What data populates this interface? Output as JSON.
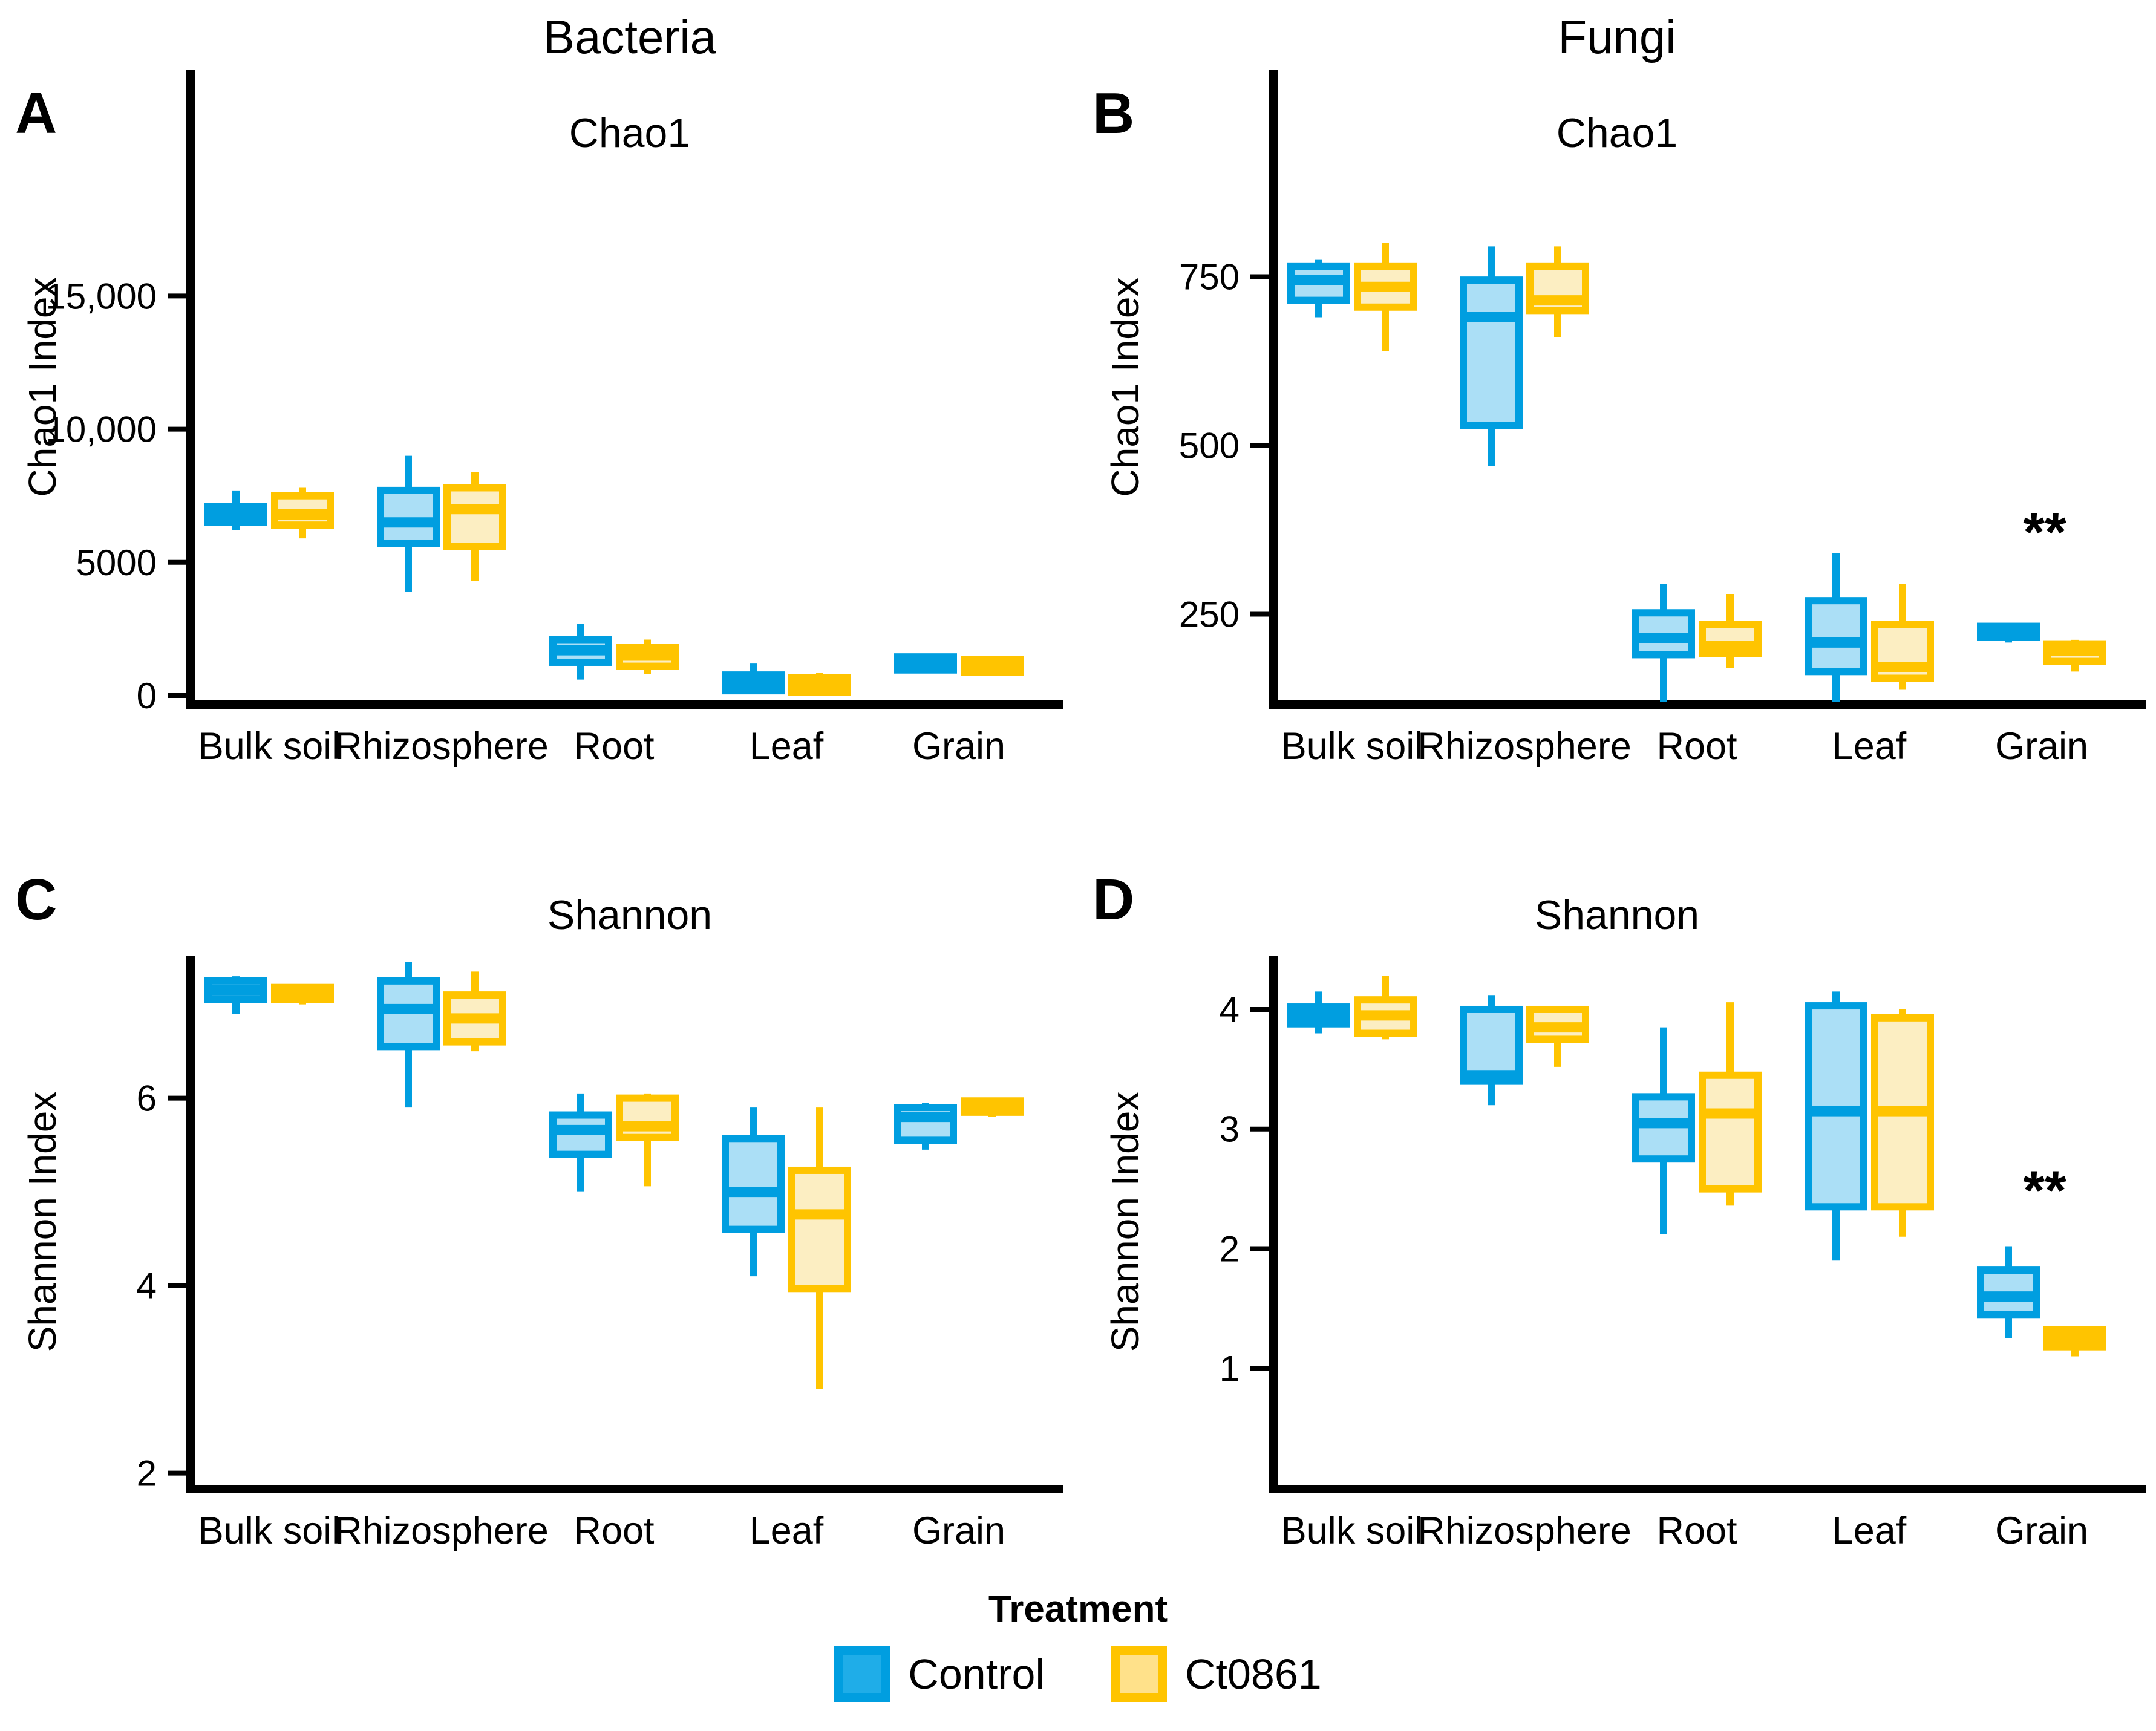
{
  "legend": {
    "title": "Treatment",
    "items": [
      {
        "label": "Control",
        "swatch_border": "#009EE0",
        "swatch_fill": "#1FADE8"
      },
      {
        "label": "Ct0861",
        "swatch_border": "#FFC400",
        "swatch_fill": "#FFE18A"
      }
    ]
  },
  "chart_data": {
    "type": "boxplot",
    "description": "Alpha diversity (Chao1 and Shannon) of bacterial and fungal communities across plant compartments for two treatments",
    "categories": [
      "Bulk soil",
      "Rhizosphere",
      "Root",
      "Leaf",
      "Grain"
    ],
    "treatments": [
      {
        "name": "Control",
        "border_color": "#009EE0",
        "fill_color": "#ABDFF6"
      },
      {
        "name": "Ct0861",
        "border_color": "#FFC400",
        "fill_color": "#FCEEC2"
      }
    ],
    "legend_position": "bottom",
    "grid": "off",
    "panels": [
      {
        "letter": "A",
        "group": "Bacteria",
        "metric": "Chao1",
        "ylabel": "Chao1 Index",
        "ylim": [
          -340,
          23500
        ],
        "yticks": [
          {
            "v": 0,
            "label": "0"
          },
          {
            "v": 5000,
            "label": "5000"
          },
          {
            "v": 10000,
            "label": "10,000"
          },
          {
            "v": 15000,
            "label": "15,000"
          }
        ],
        "series": [
          {
            "name": "Control",
            "boxes": [
              {
                "category": "Bulk soil",
                "low": 6200,
                "q1": 6500,
                "median": 6800,
                "q3": 7100,
                "high": 7700
              },
              {
                "category": "Rhizosphere",
                "low": 3900,
                "q1": 5700,
                "median": 6500,
                "q3": 7700,
                "high": 9000
              },
              {
                "category": "Root",
                "low": 600,
                "q1": 1250,
                "median": 1700,
                "q3": 2100,
                "high": 2700
              },
              {
                "category": "Leaf",
                "low": 100,
                "q1": 180,
                "median": 480,
                "q3": 770,
                "high": 1200
              },
              {
                "category": "Grain",
                "low": 950,
                "q1": 960,
                "median": 1200,
                "q3": 1450,
                "high": 1460
              }
            ]
          },
          {
            "name": "Ct0861",
            "boxes": [
              {
                "category": "Bulk soil",
                "low": 5900,
                "q1": 6400,
                "median": 6800,
                "q3": 7500,
                "high": 7800
              },
              {
                "category": "Rhizosphere",
                "low": 4300,
                "q1": 5600,
                "median": 7000,
                "q3": 7800,
                "high": 8400
              },
              {
                "category": "Root",
                "low": 800,
                "q1": 1100,
                "median": 1500,
                "q3": 1800,
                "high": 2100
              },
              {
                "category": "Leaf",
                "low": 60,
                "q1": 120,
                "median": 400,
                "q3": 680,
                "high": 850
              },
              {
                "category": "Grain",
                "low": 860,
                "q1": 870,
                "median": 1100,
                "q3": 1360,
                "high": 1370
              }
            ]
          }
        ],
        "significance": []
      },
      {
        "letter": "B",
        "group": "Fungi",
        "metric": "Chao1",
        "ylabel": "Chao1 Index",
        "ylim": [
          116,
          1057
        ],
        "yticks": [
          {
            "v": 250,
            "label": "250"
          },
          {
            "v": 500,
            "label": "500"
          },
          {
            "v": 750,
            "label": "750"
          }
        ],
        "series": [
          {
            "name": "Control",
            "boxes": [
              {
                "category": "Bulk soil",
                "low": 690,
                "q1": 715,
                "median": 745,
                "q3": 765,
                "high": 775
              },
              {
                "category": "Rhizosphere",
                "low": 470,
                "q1": 530,
                "median": 690,
                "q3": 745,
                "high": 795
              },
              {
                "category": "Root",
                "low": 120,
                "q1": 190,
                "median": 215,
                "q3": 252,
                "high": 295
              },
              {
                "category": "Leaf",
                "low": 120,
                "q1": 165,
                "median": 208,
                "q3": 270,
                "high": 340
              },
              {
                "category": "Grain",
                "low": 208,
                "q1": 216,
                "median": 222,
                "q3": 232,
                "high": 233
              }
            ]
          },
          {
            "name": "Ct0861",
            "boxes": [
              {
                "category": "Bulk soil",
                "low": 640,
                "q1": 705,
                "median": 735,
                "q3": 765,
                "high": 800
              },
              {
                "category": "Rhizosphere",
                "low": 660,
                "q1": 700,
                "median": 715,
                "q3": 765,
                "high": 795
              },
              {
                "category": "Root",
                "low": 170,
                "q1": 192,
                "median": 203,
                "q3": 235,
                "high": 280
              },
              {
                "category": "Leaf",
                "low": 138,
                "q1": 155,
                "median": 172,
                "q3": 235,
                "high": 295
              },
              {
                "category": "Grain",
                "low": 165,
                "q1": 180,
                "median": 196,
                "q3": 206,
                "high": 212
              }
            ]
          }
        ],
        "significance": [
          {
            "category": "Grain",
            "label": "**",
            "v": 365
          }
        ]
      },
      {
        "letter": "C",
        "group": "Bacteria",
        "metric": "Shannon",
        "ylabel": "Shannon Index",
        "ylim": [
          1.83,
          7.52
        ],
        "yticks": [
          {
            "v": 2,
            "label": "2"
          },
          {
            "v": 4,
            "label": "4"
          },
          {
            "v": 6,
            "label": "6"
          }
        ],
        "series": [
          {
            "name": "Control",
            "boxes": [
              {
                "category": "Bulk soil",
                "low": 6.9,
                "q1": 7.05,
                "median": 7.15,
                "q3": 7.25,
                "high": 7.3
              },
              {
                "category": "Rhizosphere",
                "low": 5.9,
                "q1": 6.55,
                "median": 6.95,
                "q3": 7.25,
                "high": 7.45
              },
              {
                "category": "Root",
                "low": 5.0,
                "q1": 5.4,
                "median": 5.66,
                "q3": 5.82,
                "high": 6.05
              },
              {
                "category": "Leaf",
                "low": 4.1,
                "q1": 4.6,
                "median": 5.0,
                "q3": 5.57,
                "high": 5.9
              },
              {
                "category": "Grain",
                "low": 5.45,
                "q1": 5.55,
                "median": 5.8,
                "q3": 5.9,
                "high": 5.95
              }
            ]
          },
          {
            "name": "Ct0861",
            "boxes": [
              {
                "category": "Bulk soil",
                "low": 7.0,
                "q1": 7.05,
                "median": 7.1,
                "q3": 7.18,
                "high": 7.2
              },
              {
                "category": "Rhizosphere",
                "low": 6.5,
                "q1": 6.6,
                "median": 6.85,
                "q3": 7.1,
                "high": 7.35
              },
              {
                "category": "Root",
                "low": 5.06,
                "q1": 5.58,
                "median": 5.7,
                "q3": 6.0,
                "high": 6.05
              },
              {
                "category": "Leaf",
                "low": 2.9,
                "q1": 3.97,
                "median": 4.76,
                "q3": 5.23,
                "high": 5.9
              },
              {
                "category": "Grain",
                "low": 5.8,
                "q1": 5.85,
                "median": 5.9,
                "q3": 5.97,
                "high": 6.0
              }
            ]
          }
        ],
        "significance": []
      },
      {
        "letter": "D",
        "group": "Fungi",
        "metric": "Shannon",
        "ylabel": "Shannon Index",
        "ylim": [
          -0.01,
          4.45
        ],
        "yticks": [
          {
            "v": 1,
            "label": "1"
          },
          {
            "v": 2,
            "label": "2"
          },
          {
            "v": 3,
            "label": "3"
          },
          {
            "v": 4,
            "label": "4"
          }
        ],
        "series": [
          {
            "name": "Control",
            "boxes": [
              {
                "category": "Bulk soil",
                "low": 3.8,
                "q1": 3.88,
                "median": 3.95,
                "q3": 4.02,
                "high": 4.15
              },
              {
                "category": "Rhizosphere",
                "low": 3.2,
                "q1": 3.4,
                "median": 3.45,
                "q3": 4.0,
                "high": 4.12
              },
              {
                "category": "Root",
                "low": 2.12,
                "q1": 2.75,
                "median": 3.05,
                "q3": 3.27,
                "high": 3.85
              },
              {
                "category": "Leaf",
                "low": 1.9,
                "q1": 2.35,
                "median": 3.15,
                "q3": 4.03,
                "high": 4.15
              },
              {
                "category": "Grain",
                "low": 1.25,
                "q1": 1.45,
                "median": 1.6,
                "q3": 1.82,
                "high": 2.02
              }
            ]
          },
          {
            "name": "Ct0861",
            "boxes": [
              {
                "category": "Bulk soil",
                "low": 3.75,
                "q1": 3.8,
                "median": 3.95,
                "q3": 4.08,
                "high": 4.28
              },
              {
                "category": "Rhizosphere",
                "low": 3.52,
                "q1": 3.75,
                "median": 3.85,
                "q3": 4.0,
                "high": 4.0
              },
              {
                "category": "Root",
                "low": 2.36,
                "q1": 2.5,
                "median": 3.13,
                "q3": 3.45,
                "high": 4.06
              },
              {
                "category": "Leaf",
                "low": 2.1,
                "q1": 2.35,
                "median": 3.15,
                "q3": 3.93,
                "high": 4.0
              },
              {
                "category": "Grain",
                "low": 1.1,
                "q1": 1.18,
                "median": 1.25,
                "q3": 1.32,
                "high": 1.32
              }
            ]
          }
        ],
        "significance": [
          {
            "category": "Grain",
            "label": "**",
            "v": 2.45
          }
        ]
      }
    ]
  }
}
